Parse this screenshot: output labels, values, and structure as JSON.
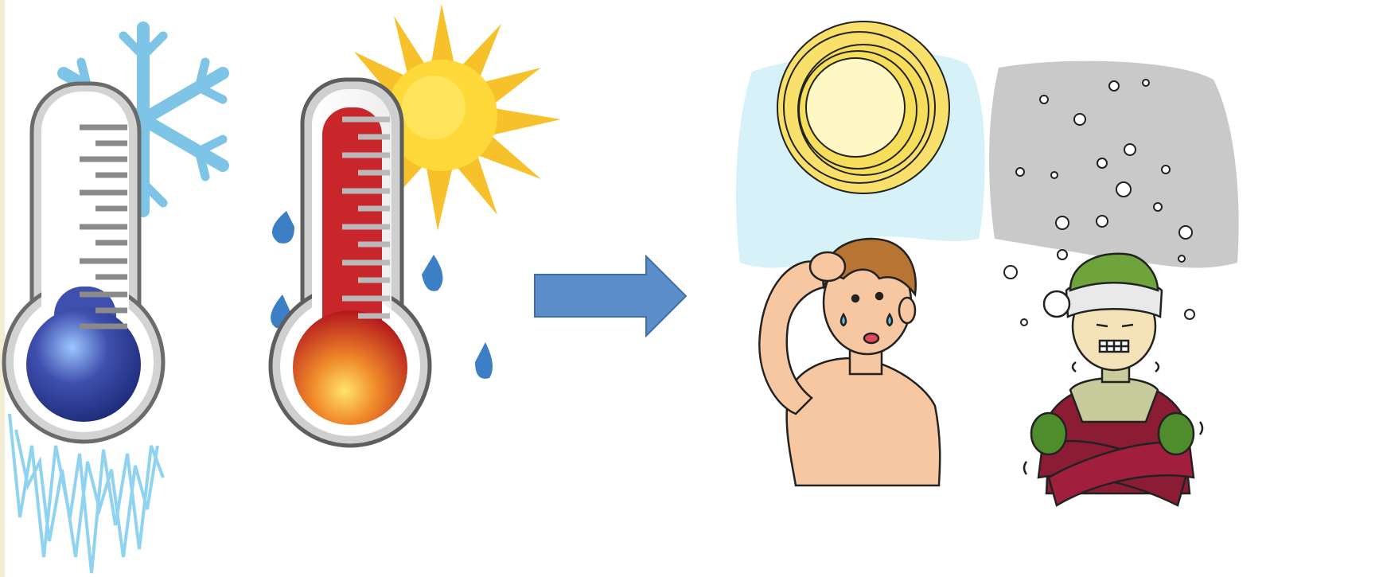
{
  "scene": {
    "background": "#ffffff",
    "left_edge_strip": "#f3ecd6",
    "panels": [
      {
        "name": "cold-thermometer",
        "icon": "snowflake-icon",
        "accent": "#3f4fae"
      },
      {
        "name": "hot-thermometer",
        "icon": "sun-icon",
        "accent": "#c8262a"
      },
      {
        "name": "arrow",
        "icon": "arrow-right-icon",
        "accent": "#5b8ec9"
      },
      {
        "name": "hot-person",
        "icon": "sweating-person-icon",
        "accent": "#d6f1f7"
      },
      {
        "name": "cold-person",
        "icon": "shivering-person-icon",
        "accent": "#c9c9c9"
      }
    ]
  },
  "colors": {
    "snowflake": "#7dc4e6",
    "icicle": "#8fd3f0",
    "sun": "#f6c12b",
    "sun_core": "#ffe45c",
    "drop": "#3d7fc4",
    "hat": "#6ea43b",
    "jacket": "#8c1b34",
    "mitten": "#4f8d2c",
    "skin": "#f6c7a1",
    "hair": "#b87432"
  }
}
